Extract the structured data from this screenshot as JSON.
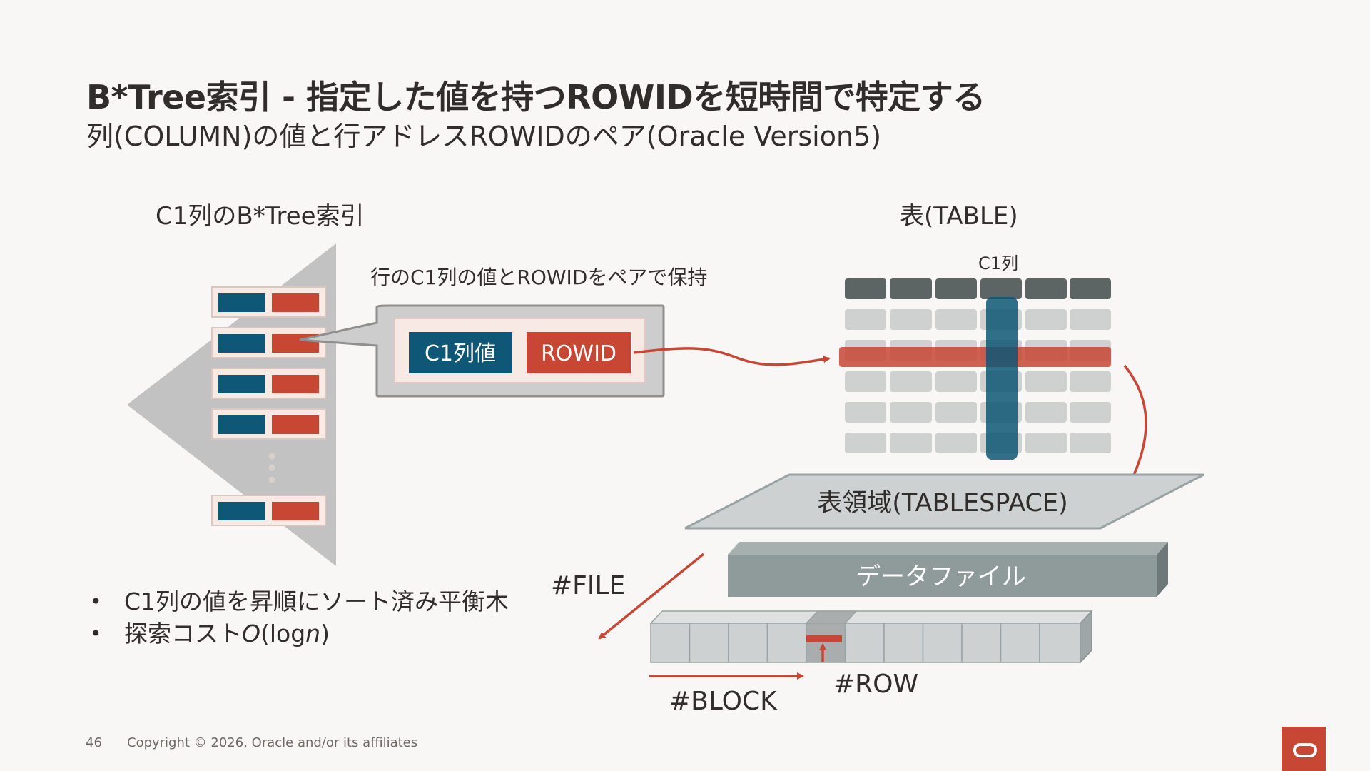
{
  "slide": {
    "title": "B*Tree索引 - 指定した値を持つROWIDを短時間で特定する",
    "subtitle": "列(COLUMN)の値と行アドレスROWIDのペア(Oracle Version5)"
  },
  "index_section": {
    "heading": "C1列のB*Tree索引",
    "callout_caption": "行のC1列の値とROWIDをペアで保持",
    "key_label": "C1列値",
    "rowid_label": "ROWID"
  },
  "table_section": {
    "heading": "表(TABLE)",
    "column_label": "C1列",
    "tablespace_label": "表領域(TABLESPACE)",
    "datafile_label": "データファイル",
    "file_label": "#FILE",
    "block_label": "#BLOCK",
    "row_label": "#ROW"
  },
  "bullets": [
    "C1列の値を昇順にソート済み平衡木",
    "探索コスト"
  ],
  "bullet_formula": {
    "o": "O",
    "log_open": "(log",
    "n": "n",
    "close": ")"
  },
  "footer": {
    "page_number": "46",
    "copyright": "Copyright © 2026, Oracle and/or its affiliates"
  },
  "colors": {
    "navy": "#0e5776",
    "red": "#c74634",
    "gray_triangle": "#c2c2c2",
    "cell_gray": "#cfd1d1",
    "header_gray": "#5d6564",
    "datafile": "#8f9b9a"
  },
  "icons": {
    "logo": "oracle-logo"
  }
}
